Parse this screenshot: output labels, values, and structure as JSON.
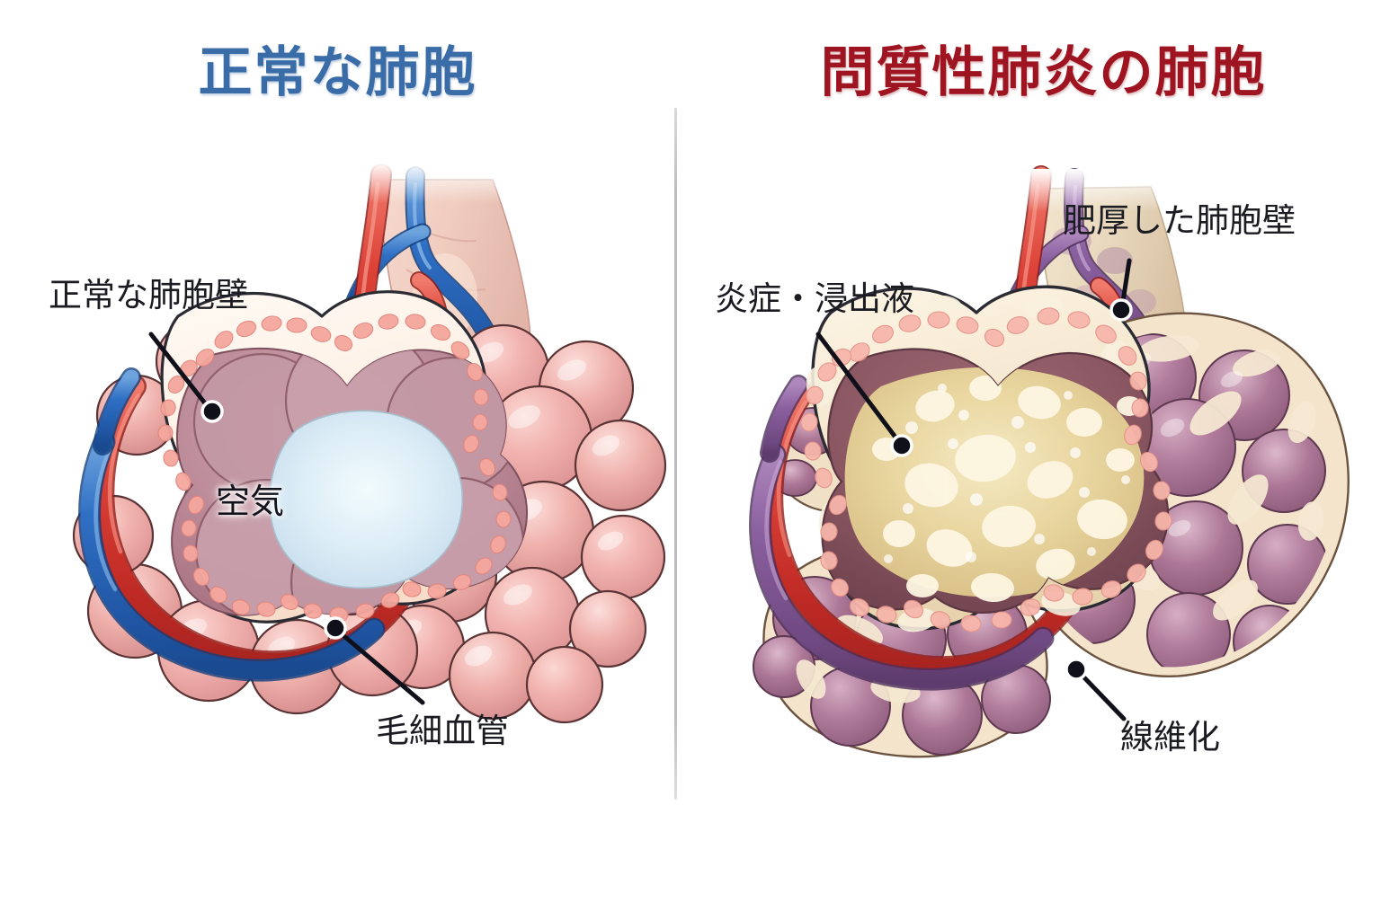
{
  "figure": {
    "kind": "medical-illustration",
    "subject": "alveoli comparison: normal vs interstitial pneumonia",
    "background": "#ffffff"
  },
  "panels": {
    "left": {
      "title": "正常な肺胞",
      "title_color": "#3a6ca8",
      "labels": {
        "wall": "正常な肺胞壁",
        "air": "空気",
        "capillary": "毛細血管"
      }
    },
    "right": {
      "title": "問質性肺炎の肺胞",
      "title_color": "#9e1420",
      "labels": {
        "thick_wall": "肥厚した肺胞壁",
        "exudate": "炎症・浸出液",
        "fibrosis": "線維化"
      }
    }
  },
  "colors": {
    "artery_red": "#d93b33",
    "vein_blue": "#2f6fc4",
    "vein_purple": "#8a5f9e",
    "alveolus_pink": "#f0aeae",
    "wall_cream": "#fdeee2",
    "air_blue": "#dceef6",
    "lumen_mauve": "#c08e9b",
    "exudate_yellow": "#ebd9a0",
    "fibrosis_cream": "#f2e3c9",
    "fibrotic_purple": "#a8708f",
    "leader_line": "#10101a",
    "divider": "#bdbdbd"
  }
}
